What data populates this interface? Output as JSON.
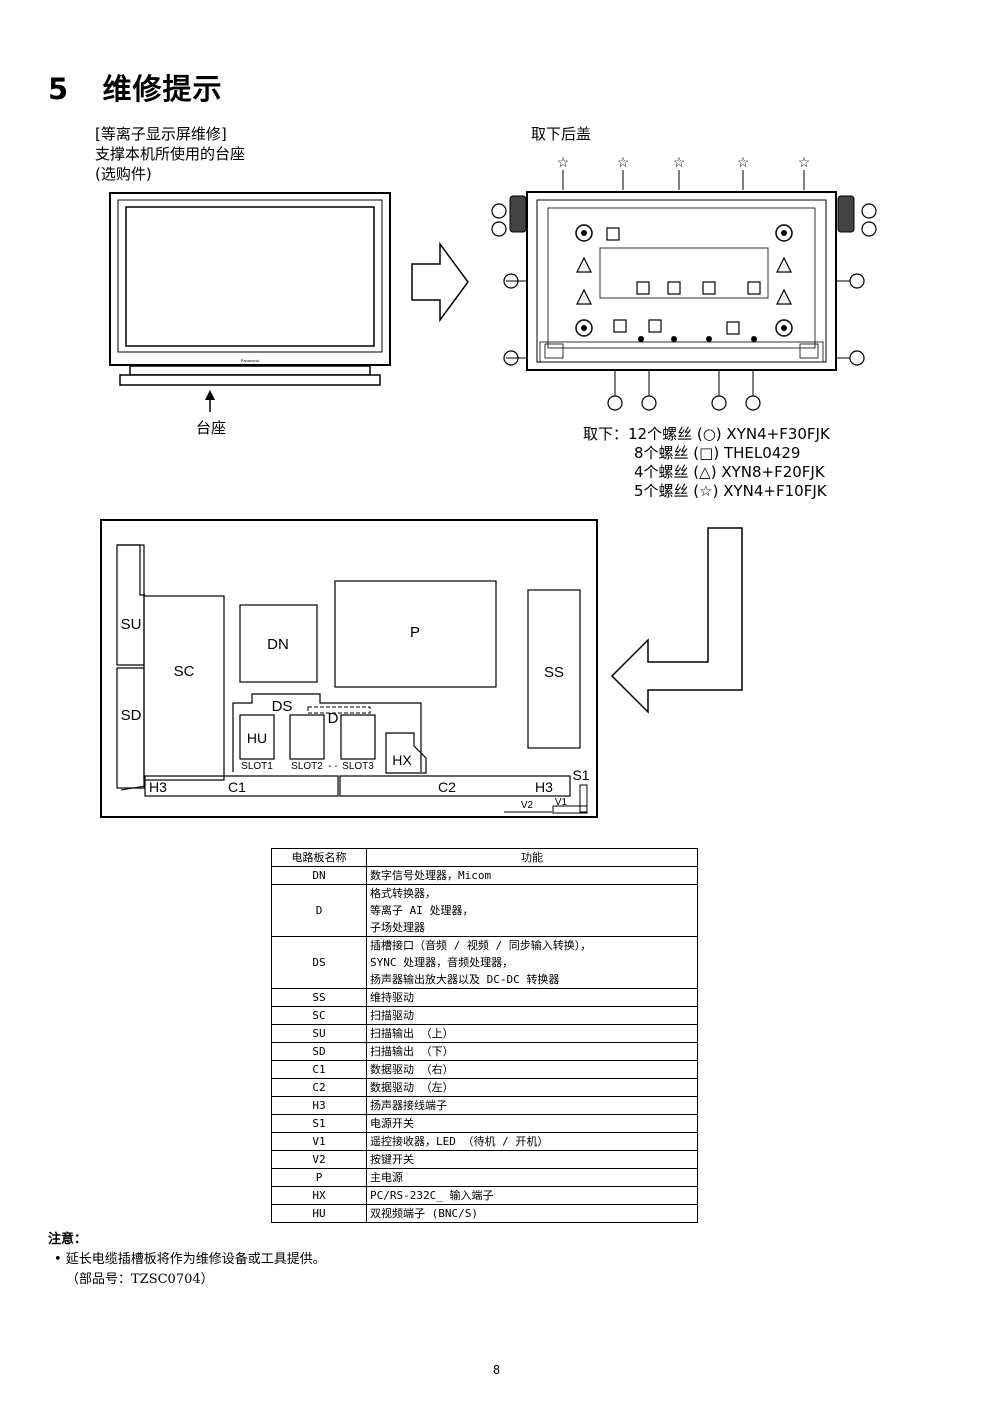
{
  "section": {
    "number": "5",
    "title": "维修提示"
  },
  "left_caption": [
    "[等离子显示屏维修]",
    "支撑本机所使用的台座",
    "(选购件)"
  ],
  "stand_label": "台座",
  "tv_brand": "Panasonic",
  "right_caption": "取下后盖",
  "removal": {
    "head": "取下：",
    "lines": [
      "12个螺丝 (○) XYN4+F30FJK",
      "8个螺丝 (□) THEL0429",
      "4个螺丝 (△) XYN8+F20FJK",
      "5个螺丝 (☆) XYN4+F10FJK"
    ]
  },
  "board_labels": {
    "SU": "SU",
    "SD": "SD",
    "SC": "SC",
    "DN": "DN",
    "P": "P",
    "SS": "SS",
    "DS": "DS",
    "D": "D",
    "HU": "HU",
    "HX": "HX",
    "SLOT1": "SLOT1",
    "SLOT2": "SLOT2",
    "SLOT3": "SLOT3",
    "H3a": "H3",
    "H3b": "H3",
    "C1": "C1",
    "C2": "C2",
    "S1": "S1",
    "V1": "V1",
    "V2": "V2"
  },
  "table": {
    "headers": [
      "电路板名称",
      "功能"
    ],
    "rows": [
      {
        "name": "DN",
        "func": [
          "数字信号处理器，Micom"
        ]
      },
      {
        "name": "D",
        "func": [
          "格式转换器，",
          "等离子 AI 处理器，",
          "子场处理器"
        ]
      },
      {
        "name": "DS",
        "func": [
          "插槽接口（音频 / 视频 / 同步输入转换），",
          "SYNC 处理器，音频处理器，",
          "扬声器输出放大器以及 DC-DC 转换器"
        ]
      },
      {
        "name": "SS",
        "func": [
          "维持驱动"
        ]
      },
      {
        "name": "SC",
        "func": [
          "扫描驱动"
        ]
      },
      {
        "name": "SU",
        "func": [
          "扫描输出 （上）"
        ]
      },
      {
        "name": "SD",
        "func": [
          "扫描输出 （下）"
        ]
      },
      {
        "name": "C1",
        "func": [
          "数据驱动 （右）"
        ]
      },
      {
        "name": "C2",
        "func": [
          "数据驱动 （左）"
        ]
      },
      {
        "name": "H3",
        "func": [
          "扬声器接线端子"
        ]
      },
      {
        "name": "S1",
        "func": [
          "电源开关"
        ]
      },
      {
        "name": "V1",
        "func": [
          "遥控接收器，LED （待机 / 开机）"
        ]
      },
      {
        "name": "V2",
        "func": [
          "按键开关"
        ]
      },
      {
        "name": "P",
        "func": [
          "主电源"
        ]
      },
      {
        "name": "HX",
        "func": [
          "PC/RS-232C_ 输入端子"
        ]
      },
      {
        "name": "HU",
        "func": [
          "双视频端子 (BNC/S)"
        ]
      }
    ]
  },
  "note": {
    "title": "注意：",
    "line1": "• 延长电缆插槽板将作为维修设备或工具提供。",
    "line2": "（部品号：TZSC0704）"
  },
  "page_number": "8"
}
